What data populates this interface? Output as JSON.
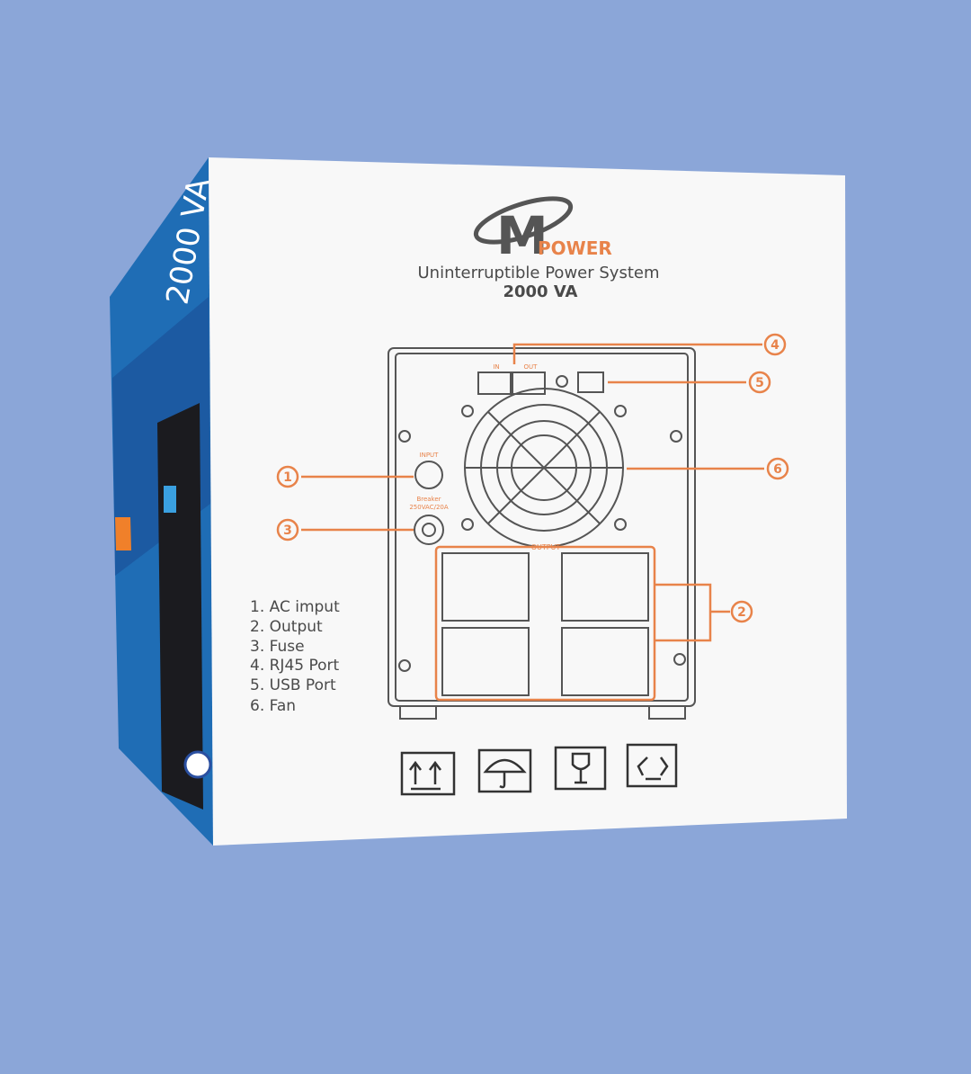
{
  "brand": {
    "logo_letter": "M",
    "logo_word": "POWER",
    "orange": "#e8834a",
    "gray": "#4a4a4a"
  },
  "product": {
    "title": "Uninterruptible Power System",
    "rating": "2000 VA"
  },
  "side_panel": {
    "rating": "2000 VA",
    "blue": "#1f6db5"
  },
  "panel_labels": {
    "rj45_in": "IN",
    "rj45_out": "OUT",
    "input": "INPUT",
    "breaker": "Breaker",
    "breaker_rating": "250VAC/20A",
    "output": "OUTPUT"
  },
  "callouts": [
    "1",
    "2",
    "3",
    "4",
    "5",
    "6"
  ],
  "legend": [
    "1. AC imput",
    "2. Output",
    "3. Fuse",
    "4. RJ45 Port",
    "5. USB Port",
    "6. Fan"
  ],
  "handling_icons": [
    "this-side-up-icon",
    "keep-dry-icon",
    "fragile-icon",
    "recycle-icon"
  ],
  "background": "#8ba6d8"
}
